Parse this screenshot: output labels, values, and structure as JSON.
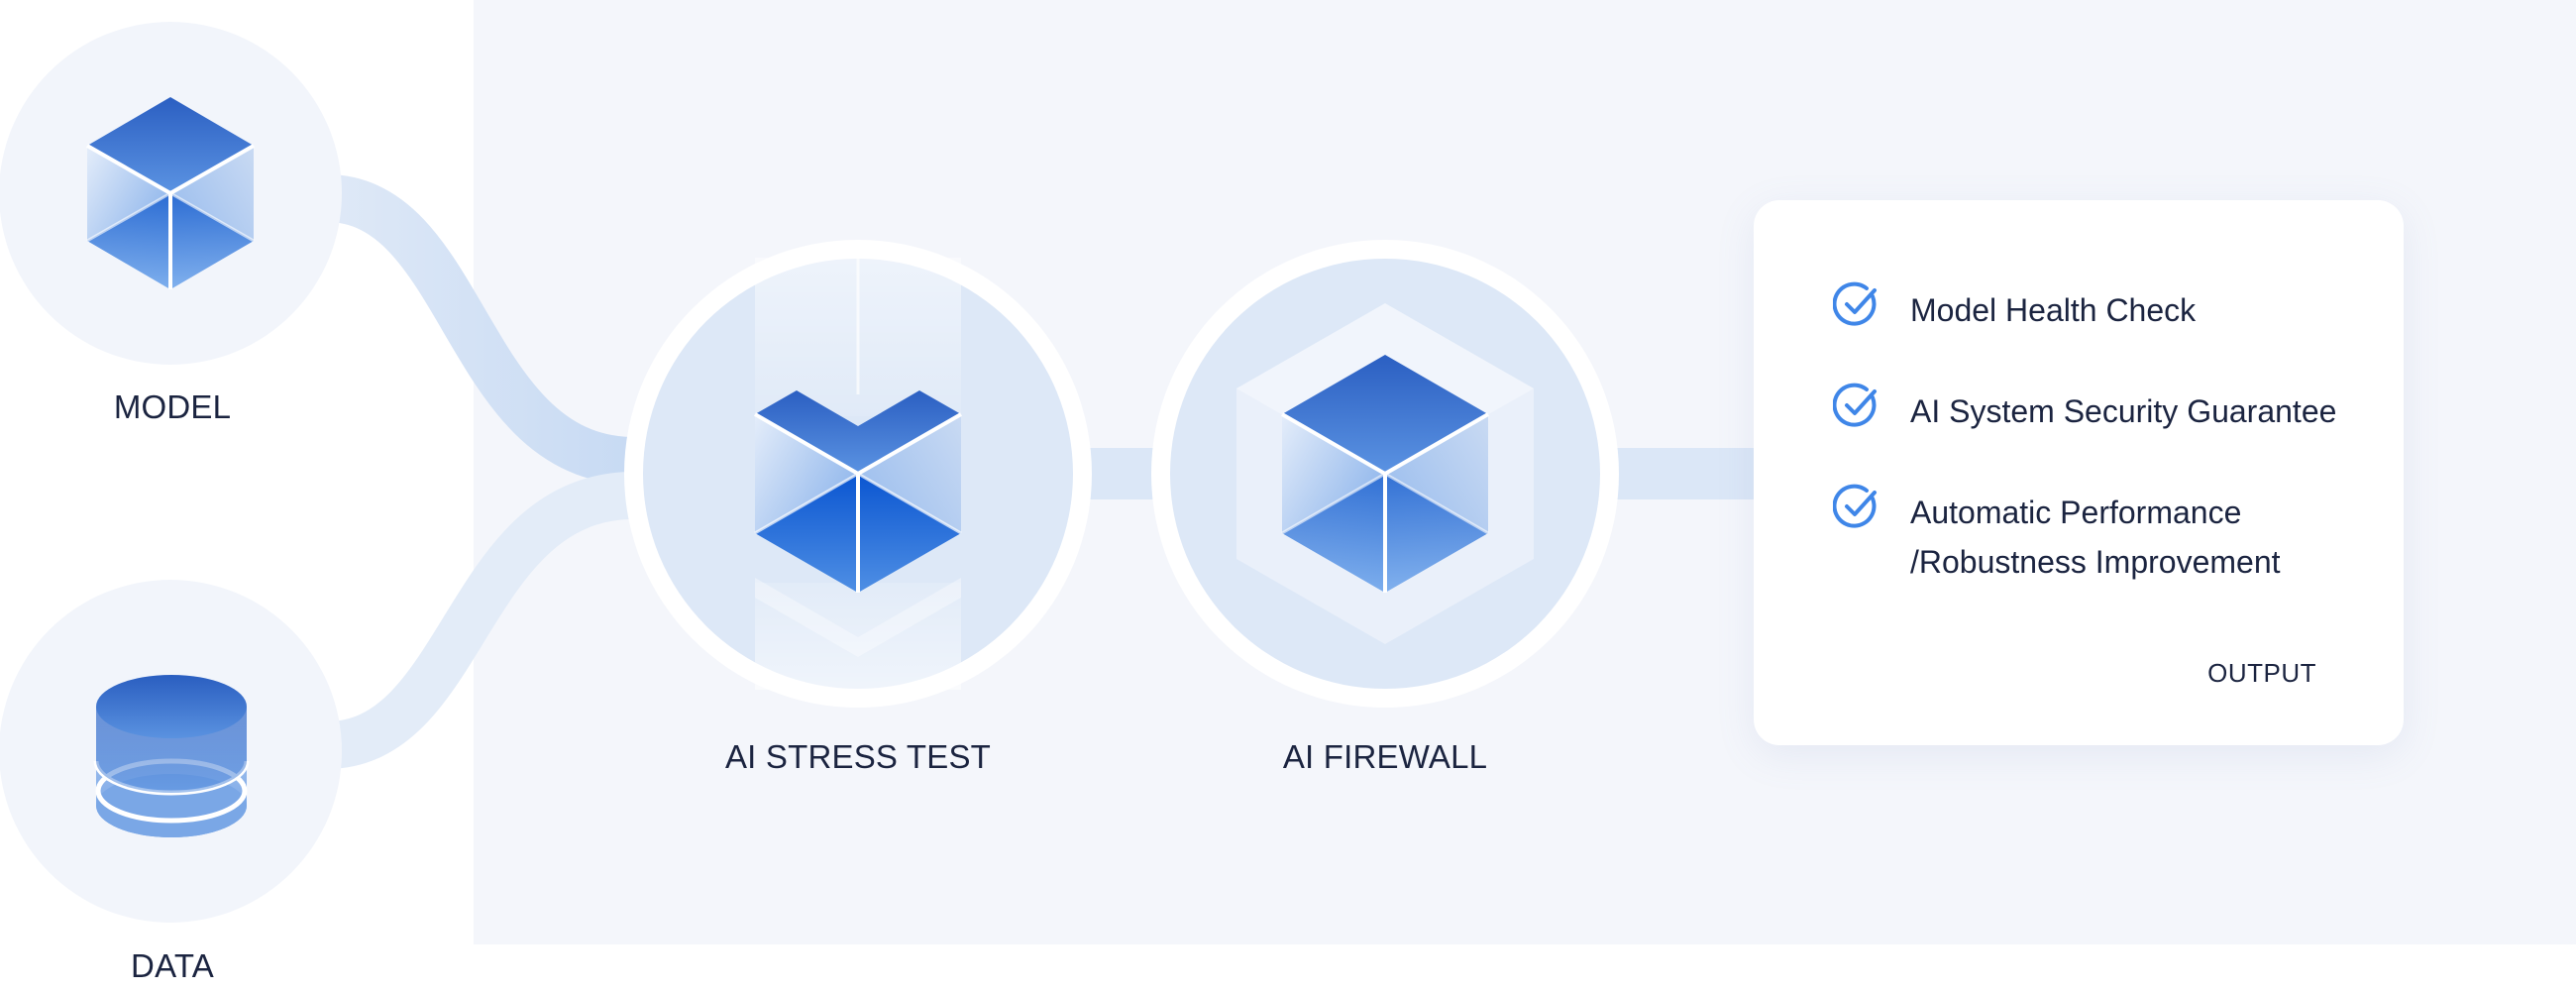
{
  "inputs": [
    {
      "label": "MODEL",
      "icon": "cube-icon"
    },
    {
      "label": "DATA",
      "icon": "database-icon"
    }
  ],
  "stages": [
    {
      "label": "AI STRESS TEST",
      "icon": "stress-test-cube-icon"
    },
    {
      "label": "AI FIREWALL",
      "icon": "firewall-cube-icon"
    }
  ],
  "output": {
    "label": "OUTPUT",
    "items": [
      {
        "text": "Model Health Check"
      },
      {
        "text": "AI System Security Guarantee"
      },
      {
        "text": "Automatic Performance\n/Robustness Improvement"
      }
    ]
  },
  "colors": {
    "panel_bg": "#f4f6fb",
    "circle_light": "#f2f5fb",
    "circle_stage": "#dde8f7",
    "connector": "#dfe9f7",
    "accent_blue": "#2f6fd6",
    "check_blue": "#3f86e8",
    "text": "#1b2440"
  }
}
